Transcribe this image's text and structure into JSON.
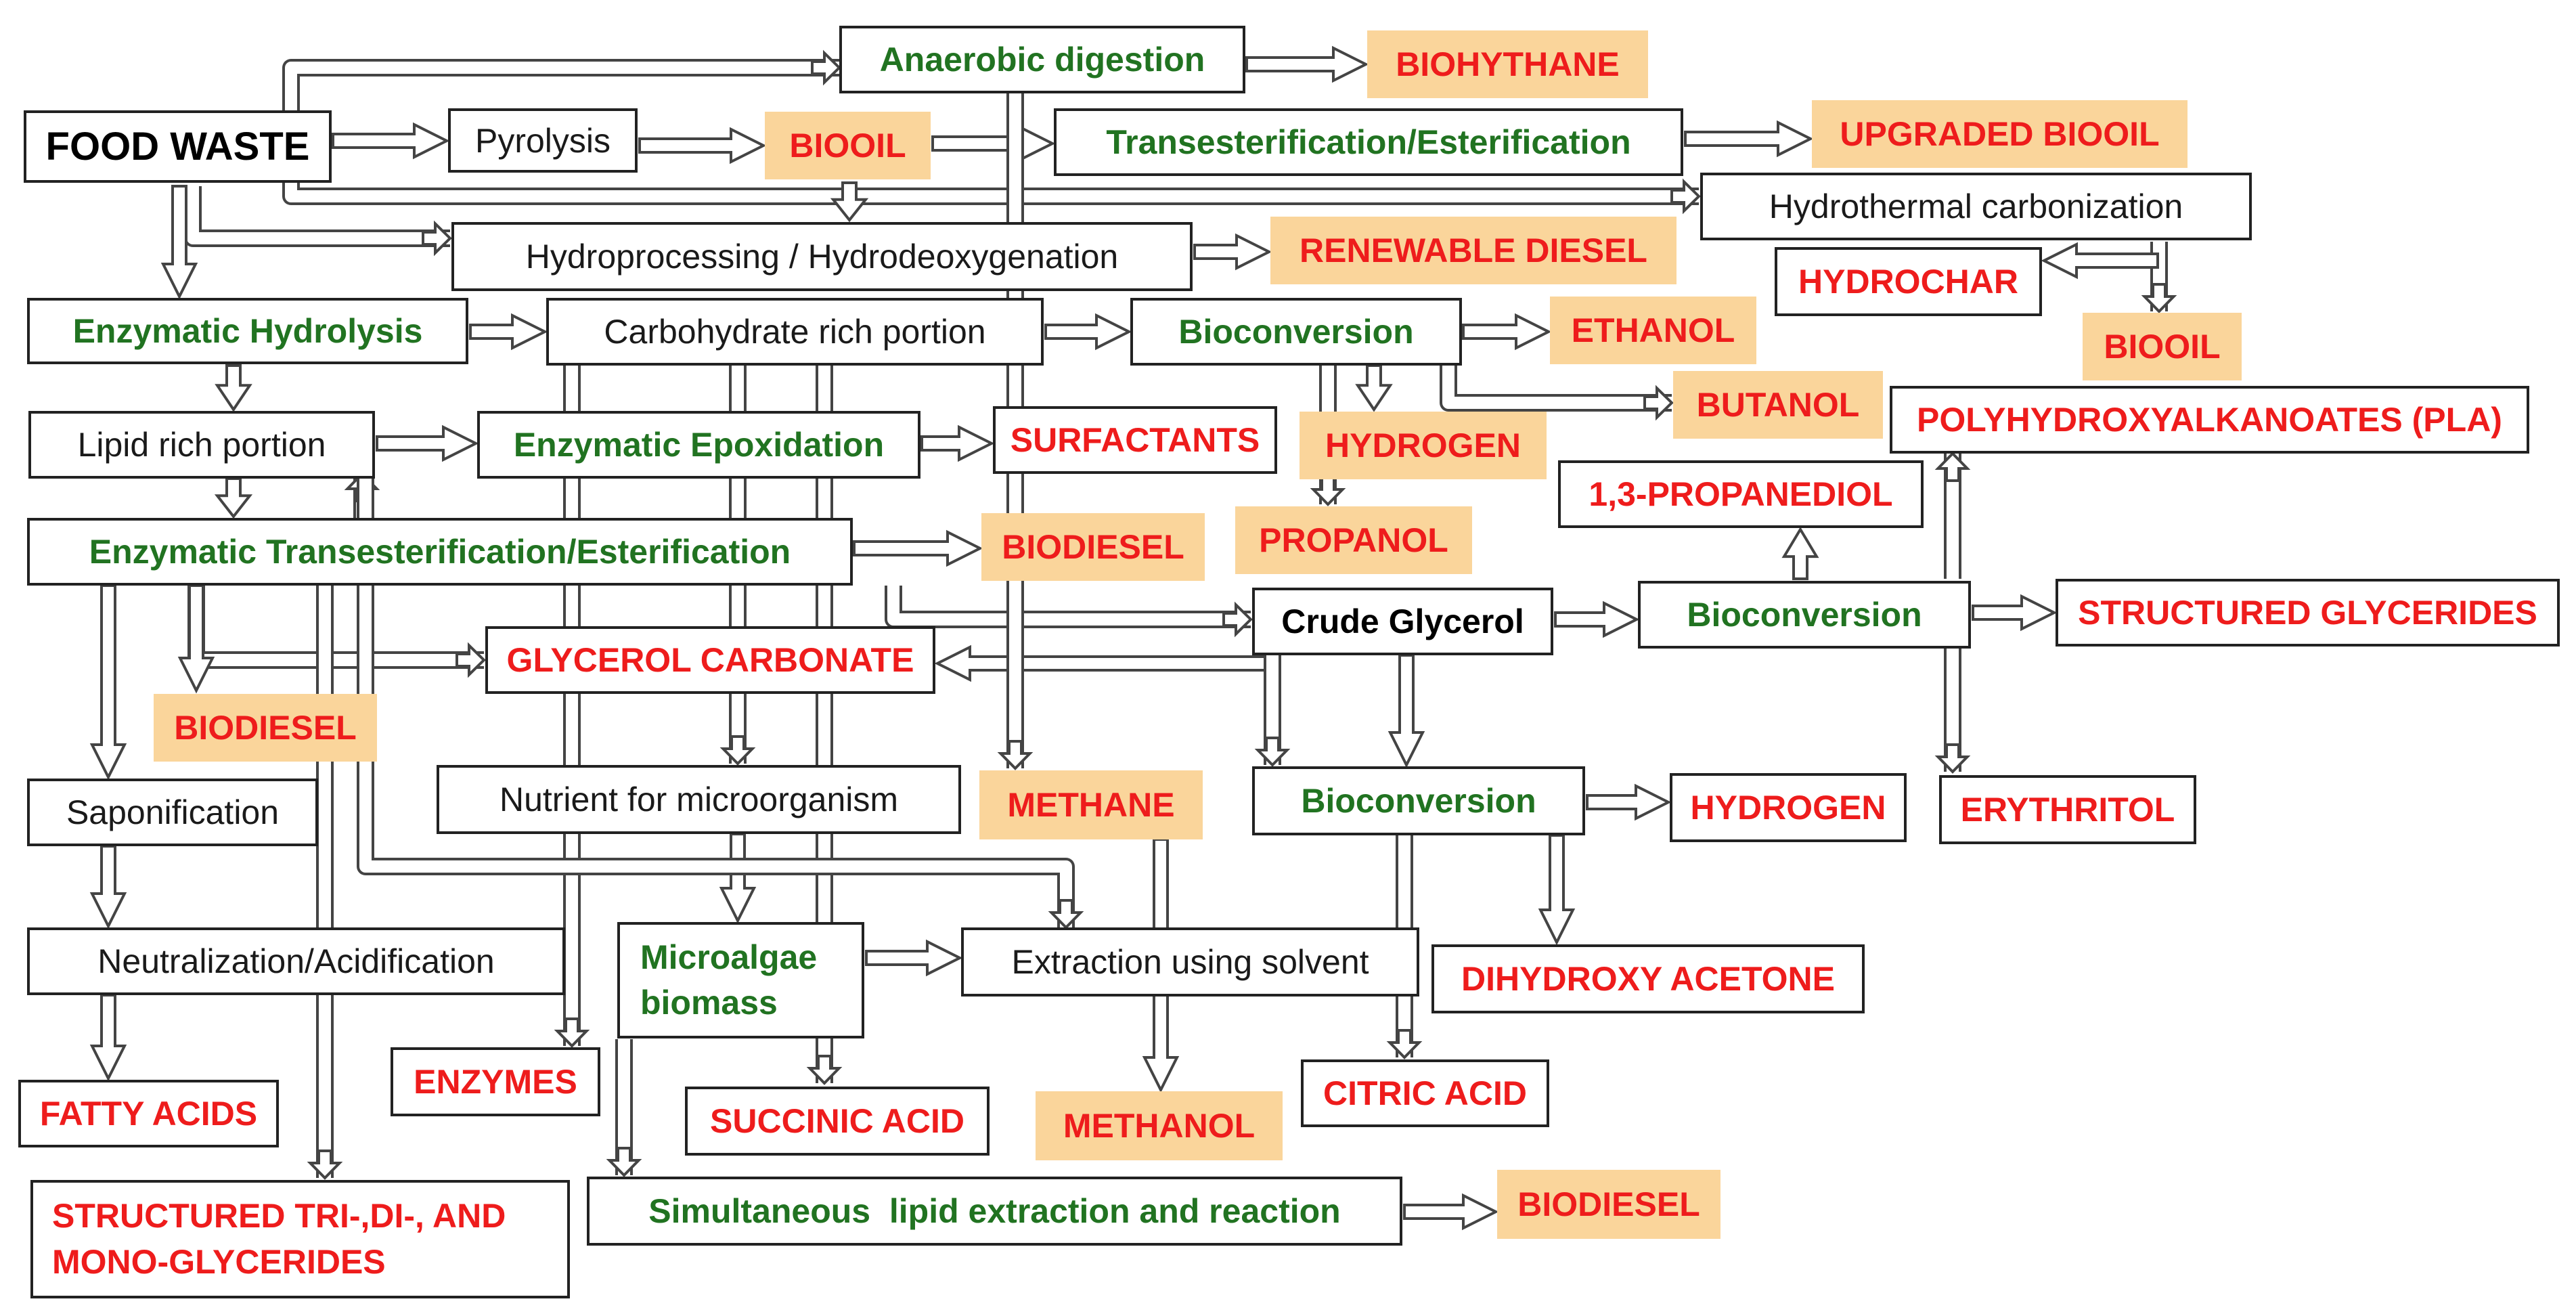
{
  "nodes": {
    "food_waste": "FOOD WASTE",
    "anaerobic_digestion": "Anaerobic digestion",
    "biohythane": "BIOHYTHANE",
    "pyrolysis": "Pyrolysis",
    "biooil_1": "BIOOIL",
    "transesterification": "Transesterification/Esterification",
    "upgraded_biooil": "UPGRADED BIOOIL",
    "hydrothermal": "Hydrothermal carbonization",
    "hydroprocessing": "Hydroprocessing / Hydrodeoxygenation",
    "renewable_diesel": "RENEWABLE DIESEL",
    "hydrochar": "HYDROCHAR",
    "biooil_2": "BIOOIL",
    "enzymatic_hydrolysis": "Enzymatic Hydrolysis",
    "carbohydrate_portion": "Carbohydrate rich portion",
    "bioconversion_1": "Bioconversion",
    "ethanol": "ETHANOL",
    "butanol": "BUTANOL",
    "pha": "POLYHYDROXYALKANOATES (PLA)",
    "lipid_portion": "Lipid rich portion",
    "enzymatic_epoxidation": "Enzymatic Epoxidation",
    "surfactants": "SURFACTANTS",
    "hydrogen_1": "HYDROGEN",
    "propanediol": "1,3-PROPANEDIOL",
    "propanol": "PROPANOL",
    "enzymatic_transesterification": "Enzymatic Transesterification/Esterification",
    "biodiesel_1": "BIODIESEL",
    "crude_glycerol": "Crude Glycerol",
    "bioconversion_2": "Bioconversion",
    "structured_glycerides": "STRUCTURED GLYCERIDES",
    "glycerol_carbonate": "GLYCEROL CARBONATE",
    "biodiesel_2": "BIODIESEL",
    "saponification": "Saponification",
    "nutrient": "Nutrient for microorganism",
    "methane": "METHANE",
    "bioconversion_3": "Bioconversion",
    "hydrogen_2": "HYDROGEN",
    "erythritol": "ERYTHRITOL",
    "neutralization": "Neutralization/Acidification",
    "microalgae": "Microalgae biomass",
    "extraction": "Extraction using solvent",
    "dihydroxy_acetone": "DIHYDROXY ACETONE",
    "fatty_acids": "FATTY ACIDS",
    "enzymes": "ENZYMES",
    "succinic_acid": "SUCCINIC ACID",
    "methanol": "METHANOL",
    "citric_acid": "CITRIC ACID",
    "structured_tri": "STRUCTURED TRI-,DI-, AND MONO-GLYCERIDES",
    "simultaneous": "Simultaneous  lipid extraction and reaction",
    "biodiesel_3": "BIODIESEL"
  },
  "colors": {
    "process_text": "#1a1a1a",
    "green_text": "#217321",
    "product_text": "#ee1c1c",
    "product_fill": "#fad59b",
    "outline": "#222222"
  }
}
